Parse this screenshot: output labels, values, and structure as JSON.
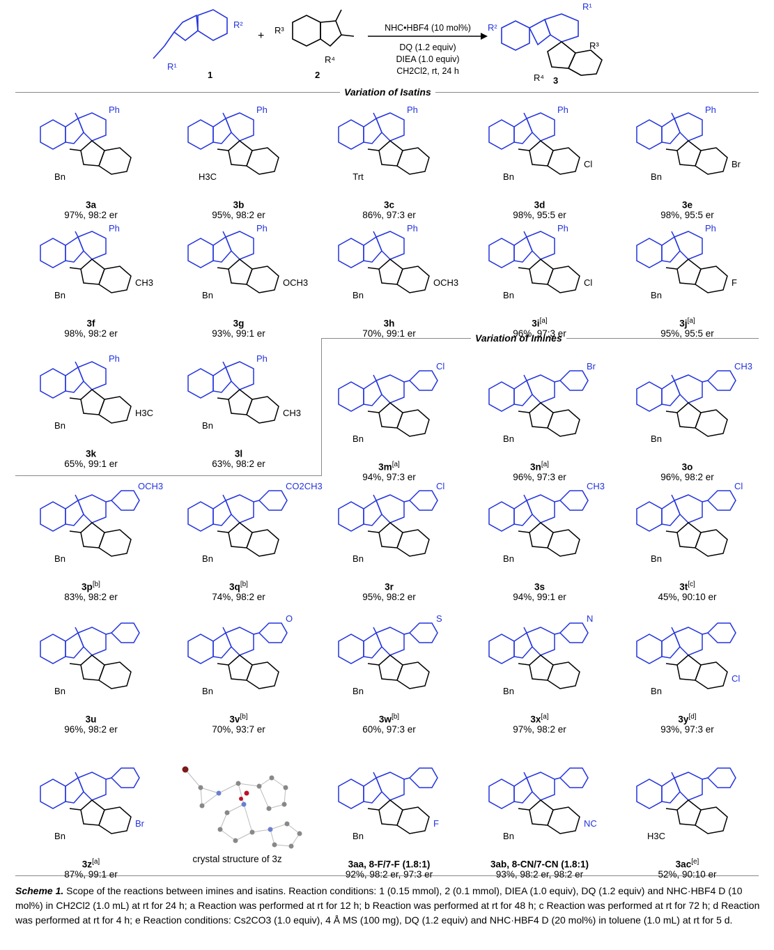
{
  "scheme": {
    "reactant1": "1",
    "reactant2": "2",
    "product": "3",
    "conditions": [
      "NHC•HBF4 (10 mol%)",
      "DQ (1.2 equiv)",
      "DIEA (1.0 equiv)",
      "CH2Cl2, rt, 24 h"
    ]
  },
  "sections": {
    "isatins": "Variation of Isatins",
    "imines": "Variation of Imines"
  },
  "compounds": [
    {
      "id": "3a",
      "sup": "",
      "result": "97%, 98:2 er",
      "r": "Ph",
      "n": "Bn",
      "sub": ""
    },
    {
      "id": "3b",
      "sup": "",
      "result": "95%, 98:2 er",
      "r": "Ph",
      "n": "H3C",
      "sub": ""
    },
    {
      "id": "3c",
      "sup": "",
      "result": "86%, 97:3 er",
      "r": "Ph",
      "n": "Trt",
      "sub": ""
    },
    {
      "id": "3d",
      "sup": "",
      "result": "98%, 95:5 er",
      "r": "Ph",
      "n": "Bn",
      "sub": "Cl"
    },
    {
      "id": "3e",
      "sup": "",
      "result": "98%, 95:5 er",
      "r": "Ph",
      "n": "Bn",
      "sub": "Br"
    },
    {
      "id": "3f",
      "sup": "",
      "result": "98%, 98:2 er",
      "r": "Ph",
      "n": "Bn",
      "sub": "CH3"
    },
    {
      "id": "3g",
      "sup": "",
      "result": "93%, 99:1 er",
      "r": "Ph",
      "n": "Bn",
      "sub": "OCH3"
    },
    {
      "id": "3h",
      "sup": "",
      "result": "70%, 99:1 er",
      "r": "Ph",
      "n": "Bn",
      "sub": "OCH3"
    },
    {
      "id": "3i",
      "sup": "[a]",
      "result": "96%, 97:3 er",
      "r": "Ph",
      "n": "Bn",
      "sub": "Cl"
    },
    {
      "id": "3j",
      "sup": "[a]",
      "result": "95%, 95:5 er",
      "r": "Ph",
      "n": "Bn",
      "sub": "F"
    },
    {
      "id": "3k",
      "sup": "",
      "result": "65%, 99:1 er",
      "r": "Ph",
      "n": "Bn",
      "sub": "H3C"
    },
    {
      "id": "3l",
      "sup": "",
      "result": "63%, 98:2 er",
      "r": "Ph",
      "n": "Bn",
      "sub": "CH3"
    },
    {
      "id": "3m",
      "sup": "[a]",
      "result": "94%, 97:3 er",
      "r": "Cl",
      "n": "Bn",
      "sub": ""
    },
    {
      "id": "3n",
      "sup": "[a]",
      "result": "96%, 97:3 er",
      "r": "Br",
      "n": "Bn",
      "sub": ""
    },
    {
      "id": "3o",
      "sup": "",
      "result": "96%, 98:2 er",
      "r": "CH3",
      "n": "Bn",
      "sub": ""
    },
    {
      "id": "3p",
      "sup": "[b]",
      "result": "83%, 98:2 er",
      "r": "OCH3",
      "n": "Bn",
      "sub": ""
    },
    {
      "id": "3q",
      "sup": "[b]",
      "result": "74%, 98:2 er",
      "r": "CO2CH3",
      "n": "Bn",
      "sub": ""
    },
    {
      "id": "3r",
      "sup": "",
      "result": "95%, 98:2 er",
      "r": "Cl",
      "n": "Bn",
      "sub": ""
    },
    {
      "id": "3s",
      "sup": "",
      "result": "94%, 99:1 er",
      "r": "CH3",
      "n": "Bn",
      "sub": ""
    },
    {
      "id": "3t",
      "sup": "[c]",
      "result": "45%, 90:10 er",
      "r": "Cl",
      "n": "Bn",
      "sub": ""
    },
    {
      "id": "3u",
      "sup": "",
      "result": "96%, 98:2 er",
      "r": "",
      "n": "Bn",
      "sub": ""
    },
    {
      "id": "3v",
      "sup": "[b]",
      "result": "70%, 93:7 er",
      "r": "O",
      "n": "Bn",
      "sub": ""
    },
    {
      "id": "3w",
      "sup": "[b]",
      "result": "60%, 97:3 er",
      "r": "S",
      "n": "Bn",
      "sub": ""
    },
    {
      "id": "3x",
      "sup": "[a]",
      "result": "97%, 98:2 er",
      "r": "N",
      "n": "Bn",
      "sub": ""
    },
    {
      "id": "3y",
      "sup": "[d]",
      "result": "93%, 97:3 er",
      "r": "",
      "n": "Bn",
      "sub": "Cl"
    },
    {
      "id": "3z",
      "sup": "[a]",
      "result": "87%, 99:1 er",
      "r": "",
      "n": "Bn",
      "sub": "Br"
    },
    {
      "id": "3aa, 8-F/7-F (1.8:1)",
      "sup": "",
      "result": "92%, 98:2 er, 97:3 er",
      "r": "",
      "n": "Bn",
      "sub": "F"
    },
    {
      "id": "3ab, 8-CN/7-CN (1.8:1)",
      "sup": "",
      "result": "93%, 98:2 er, 98:2 er",
      "r": "",
      "n": "Bn",
      "sub": "NC"
    },
    {
      "id": "3ac",
      "sup": "[e]",
      "result": "52%, 90:10 er",
      "r": "",
      "n": "H3C",
      "sub": ""
    }
  ],
  "crystal": {
    "caption": "crystal structure of 3z"
  },
  "caption": {
    "label": "Scheme 1.",
    "text": "Scope of the reactions between imines and isatins. Reaction conditions: 1 (0.15 mmol), 2 (0.1 mmol), DIEA (1.0 equiv), DQ (1.2 equiv) and NHC·HBF4 D (10 mol%) in CH2Cl2 (1.0 mL) at rt for 24 h; a Reaction was performed at rt for 12 h; b Reaction was performed at rt for 48 h; c Reaction was performed at rt for 72 h; d Reaction was performed at rt for 4 h; e Reaction conditions: Cs2CO3 (1.0 equiv), 4 Å MS (100 mg), DQ (1.2 equiv) and NHC·HBF4 D (20 mol%) in toluene (1.0 mL) at rt for 5 d."
  },
  "colors": {
    "heterocycle": "#2233dd",
    "black": "#000000",
    "rule": "#888888"
  }
}
